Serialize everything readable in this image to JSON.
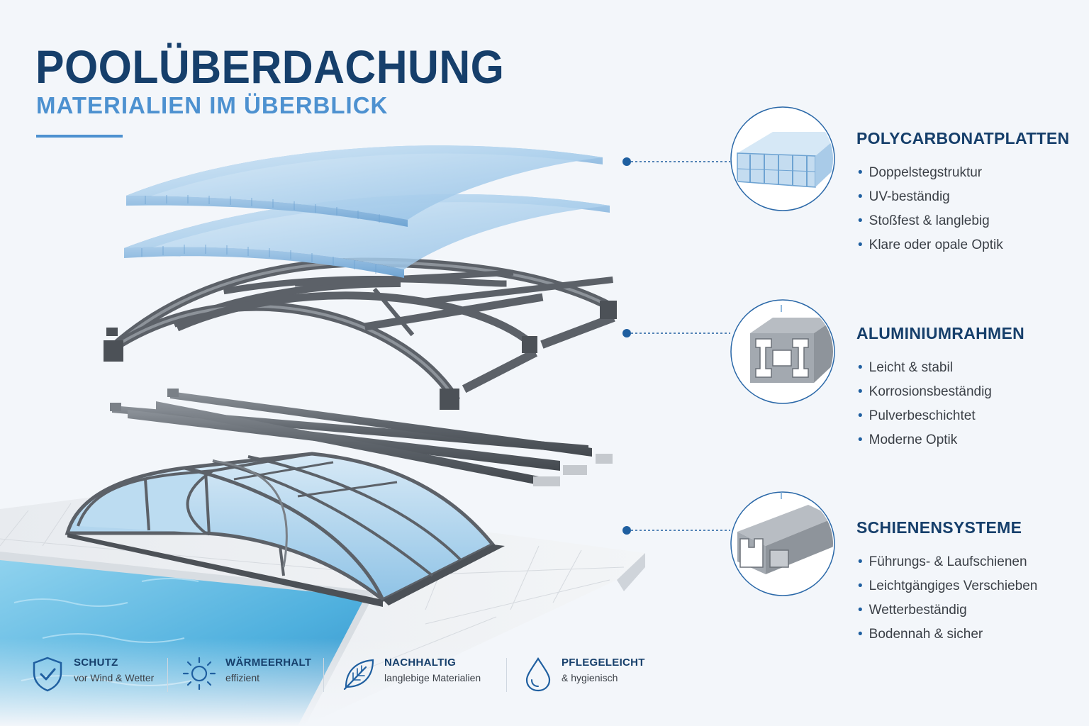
{
  "header": {
    "title": "POOLÜBERDACHUNG",
    "subtitle": "MATERIALIEN IM ÜBERBLICK"
  },
  "sections": [
    {
      "title": "POLYCARBONATPLATTEN",
      "icon": "polycarbonate-sheet-icon",
      "items": [
        "Doppelstegstruktur",
        "UV-beständig",
        "Stoßfest & langlebig",
        "Klare oder opale Optik"
      ]
    },
    {
      "title": "ALUMINIUMRAHMEN",
      "icon": "aluminium-profile-icon",
      "items": [
        "Leicht & stabil",
        "Korrosionsbeständig",
        "Pulverbeschichtet",
        "Moderne Optik"
      ]
    },
    {
      "title": "SCHIENENSYSTEME",
      "icon": "rail-profile-icon",
      "items": [
        "Führungs- & Laufschienen",
        "Leichtgängiges Verschieben",
        "Wetterbeständig",
        "Bodennah & sicher"
      ]
    }
  ],
  "badges": [
    {
      "title": "SCHUTZ",
      "subtitle": "vor Wind & Wetter",
      "icon": "shield-check-icon"
    },
    {
      "title": "WÄRMEERHALT",
      "subtitle": "effizient",
      "icon": "sun-icon"
    },
    {
      "title": "NACHHALTIG",
      "subtitle": "langlebige Materialien",
      "icon": "leaf-icon"
    },
    {
      "title": "PFLEGELEICHT",
      "subtitle": "& hygienisch",
      "icon": "water-drop-icon"
    }
  ],
  "colors": {
    "primary": "#163f6b",
    "accent": "#4d91d0",
    "connector": "#1f5fa0",
    "frame": "#5c6168",
    "glass": "#a9cdea",
    "water": "#6fc0e6",
    "deck": "#e4e7eb"
  }
}
